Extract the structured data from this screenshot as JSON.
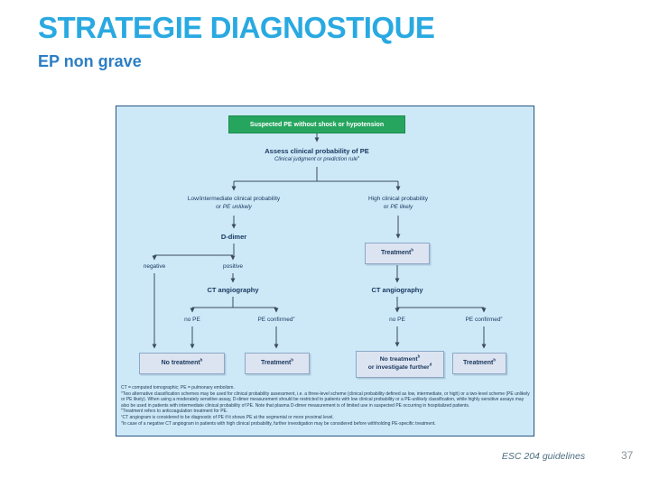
{
  "slide": {
    "title": "STRATEGIE DIAGNOSTIQUE",
    "subtitle": "EP non grave",
    "footer_source": "ESC 204 guidelines",
    "page_number": "37"
  },
  "colors": {
    "title_accent": "#29a9e1",
    "subtitle_accent": "#2b7ec5",
    "panel_background": "#cde9f8",
    "panel_border": "#26557f",
    "start_box_green": "#26a55e",
    "treatment_box_fill": "#dde4f1",
    "treatment_box_border": "#8ba7c7",
    "flow_text": "#17365d"
  },
  "flowchart": {
    "nodes": {
      "start": "Suspected PE without shock or hypotension",
      "assess_title": "Assess clinical probability of PE",
      "assess_subtitle": {
        "text": "Clinical judgment or prediction rule",
        "sup": "a"
      },
      "low_prob": {
        "line1": "Low/intermediate clinical probability",
        "line2_prefix": "or ",
        "line2_italic": "PE unlikely"
      },
      "high_prob": {
        "line1": "High clinical probability",
        "line2_prefix": "or ",
        "line2_italic": "PE likely"
      },
      "d_dimer": "D-dimer",
      "negative": "negative",
      "positive": "positive",
      "ct_angio_left": "CT angiography",
      "ct_angio_right": "CT angiography",
      "no_pe_left": "no PE",
      "pe_confirmed_left": {
        "text": "PE confirmed",
        "sup": "c"
      },
      "no_pe_right": "no PE",
      "pe_confirmed_right": {
        "text": "PE confirmed",
        "sup": "c"
      },
      "treatment_mid": {
        "text": "Treatment",
        "sup": "b"
      },
      "no_treatment_left": {
        "text": "No treatment",
        "sup": "b"
      },
      "treatment_left": {
        "text": "Treatment",
        "sup": "b"
      },
      "no_treatment_right": {
        "line1": {
          "text": "No treatment",
          "sup": "b"
        },
        "line2": {
          "text": "or investigate further",
          "sup": "d"
        }
      },
      "treatment_right": {
        "text": "Treatment",
        "sup": "b"
      }
    },
    "footnotes": {
      "abbrev": "CT = computed tomographic; PE = pulmonary embolism.",
      "notes": [
        {
          "sup": "a",
          "text": "Two alternative classification schemes may be used for clinical probability assessment, i.e. a three-level scheme (clinical probability defined as low, intermediate, or high) or a two-level scheme (PE unlikely or PE likely). When using a moderately sensitive assay, D-dimer measurement should be restricted to patients with low clinical probability or a PE-unlikely classification, while highly sensitive assays may also be used in patients with intermediate clinical probability of PE. Note that plasma D-dimer measurement is of limited use in suspected PE occurring in hospitalized patients."
        },
        {
          "sup": "b",
          "text": "Treatment refers to anticoagulation treatment for PE."
        },
        {
          "sup": "c",
          "text": "CT angiogram is considered to be diagnostic of PE if it shows PE at the segmental or more proximal level."
        },
        {
          "sup": "d",
          "text": "In case of a negative CT angiogram in patients with high clinical probability, further investigation may be considered before withholding PE-specific treatment."
        }
      ]
    }
  }
}
